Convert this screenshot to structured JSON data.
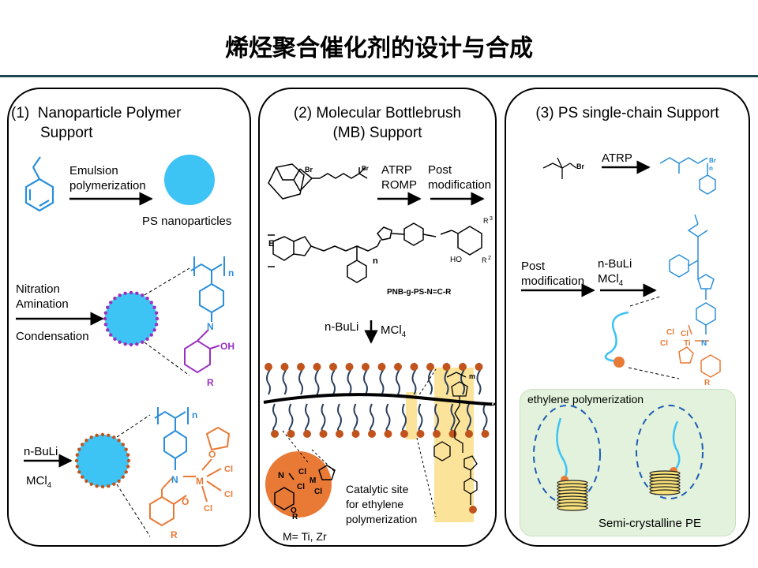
{
  "title": "烯烃聚合催化剂的设计与合成",
  "colors": {
    "blue": "#3ec3f5",
    "orange": "#e97a36",
    "purple": "#9a2fc0",
    "dot": "#c0541c",
    "yellow": "#f7e17a",
    "navy": "#1d4650"
  },
  "panel1": {
    "heading": "(1)  Nanoparticle Polymer\n       Support",
    "emulsion": "Emulsion\npolymerization",
    "ps_nano": "PS nanoparticles",
    "nitration": "Nitration\nAmination",
    "condensation": "Condensation",
    "nbuli": "n-BuLi",
    "mcl4": "MCl",
    "mcl4_sub": "4",
    "chem": {
      "n1": "n",
      "N": "N",
      "OH": "OH",
      "R": "R",
      "n2": "n",
      "N2": "N",
      "M": "M",
      "O": "O",
      "Cl": "Cl",
      "R2": "R"
    }
  },
  "panel2": {
    "heading": "(2) Molecular Bottlebrush\n(MB) Support",
    "atrp_romp": "ATRP\nROMP",
    "post_mod": "Post\nmodification",
    "pnb": "PNB-g-PS-N=C-R",
    "nbuli": "n-BuLi",
    "mcl4": "MCl",
    "mcl4_sub": "4",
    "catalytic": "Catalytic site\nfor ethylene\npolymerization",
    "mzr": "M= Ti, Zr",
    "chem": {
      "E": "E",
      "n": "n",
      "HO": "HO",
      "R2": "R",
      "R2_sup": "2",
      "R3": "R",
      "R3_sup": "3",
      "Br": "Br",
      "m": "m",
      "Cl": "Cl",
      "M": "M",
      "R": "R"
    }
  },
  "panel3": {
    "heading": "(3) PS single-chain Support",
    "atrp": "ATRP",
    "post_mod": "Post\nmodification",
    "nbuli": "n-BuLi\nMCl",
    "mcl4_sub": "4",
    "ethylene": "ethylene  polymerization",
    "semi": "Semi-crystalline  PE",
    "chem": {
      "Br": "Br",
      "n": "n",
      "Cl": "Cl",
      "Ti": "Ti",
      "N": "N",
      "R": "R"
    }
  }
}
